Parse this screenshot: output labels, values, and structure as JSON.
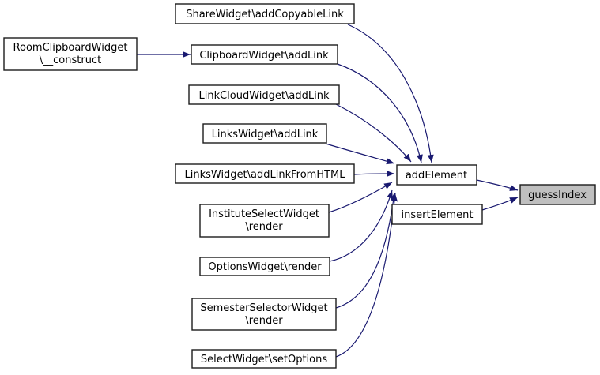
{
  "diagram": {
    "kind": "doxygen-caller-graph",
    "background": "#ffffff",
    "colors": {
      "edge": "#191970",
      "node_border": "#1c1c1c",
      "node_fill": "#ffffff",
      "highlight_node_fill": "#bfbfbf",
      "text": "#000000"
    },
    "nodes": {
      "share_addcopyablelink": {
        "label": "ShareWidget\\addCopyableLink"
      },
      "room_construct": {
        "line1": "RoomClipboardWidget",
        "line2": "\\__construct"
      },
      "clipboard_addlink": {
        "label": "ClipboardWidget\\addLink"
      },
      "linkcloud_addlink": {
        "label": "LinkCloudWidget\\addLink"
      },
      "links_addlink": {
        "label": "LinksWidget\\addLink"
      },
      "links_addlinkfromhtml": {
        "label": "LinksWidget\\addLinkFromHTML"
      },
      "institute_render": {
        "line1": "InstituteSelectWidget",
        "line2": "\\render"
      },
      "options_render": {
        "label": "OptionsWidget\\render"
      },
      "semester_render": {
        "line1": "SemesterSelectorWidget",
        "line2": "\\render"
      },
      "select_setoptions": {
        "label": "SelectWidget\\setOptions"
      },
      "addelement": {
        "label": "addElement"
      },
      "insertelement": {
        "label": "insertElement"
      },
      "guessindex": {
        "label": "guessIndex",
        "highlighted": true
      }
    },
    "edges": [
      {
        "from": "RoomClipboardWidget\\__construct",
        "to": "ClipboardWidget\\addLink"
      },
      {
        "from": "ShareWidget\\addCopyableLink",
        "to": "addElement"
      },
      {
        "from": "ClipboardWidget\\addLink",
        "to": "addElement"
      },
      {
        "from": "LinkCloudWidget\\addLink",
        "to": "addElement"
      },
      {
        "from": "LinksWidget\\addLink",
        "to": "addElement"
      },
      {
        "from": "LinksWidget\\addLinkFromHTML",
        "to": "addElement"
      },
      {
        "from": "InstituteSelectWidget\\render",
        "to": "addElement"
      },
      {
        "from": "OptionsWidget\\render",
        "to": "addElement"
      },
      {
        "from": "SemesterSelectorWidget\\render",
        "to": "addElement"
      },
      {
        "from": "SelectWidget\\setOptions",
        "to": "addElement"
      },
      {
        "from": "addElement",
        "to": "guessIndex"
      },
      {
        "from": "insertElement",
        "to": "guessIndex"
      }
    ]
  }
}
